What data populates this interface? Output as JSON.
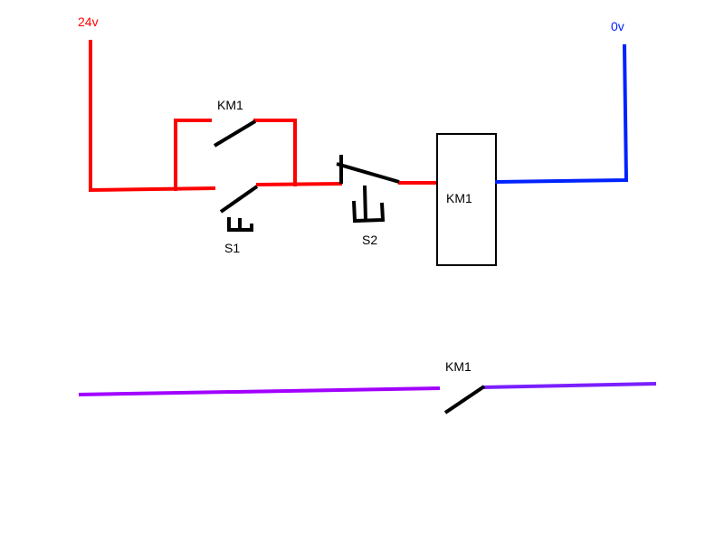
{
  "labels": {
    "supply_positive": "24v",
    "supply_negative": "0v",
    "holding_contact": "KM1",
    "start_button": "S1",
    "stop_button": "S2",
    "relay_coil": "KM1",
    "load_contact": "KM1"
  },
  "colors": {
    "positive_wire": "#ff0000",
    "negative_wire": "#0022ff",
    "load_wire_left": "#a100ff",
    "load_wire_right": "#7a1fff",
    "component": "#000000",
    "label_default": "#000000"
  }
}
